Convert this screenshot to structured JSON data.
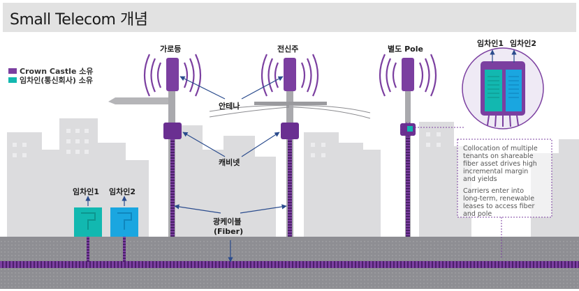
{
  "title": "Small Telecom 개념",
  "legend": [
    {
      "label": "Crown Castle 소유",
      "color": "#7b3fa0"
    },
    {
      "label": "임차인(통신회사) 소유",
      "color": "#12b8b0"
    }
  ],
  "poles": {
    "streetlight": "가로등",
    "utility": "전신주",
    "standalone": "별도 Pole"
  },
  "components": {
    "antenna": "안테나",
    "cabinet": "캐비넷",
    "fiber_line1": "광케이블",
    "fiber_line2": "(Fiber)"
  },
  "tenants": {
    "tenant1": "임차인1",
    "tenant2": "임차인2"
  },
  "zoom": {
    "tenant1": "임차인1",
    "tenant2": "임차인2"
  },
  "notes": [
    [
      "Collocation of multiple",
      "tenants on shareable",
      "fiber asset drives high",
      "incremental margin",
      "and yields"
    ],
    [
      "Carriers enter into",
      "long-term, renewable",
      "leases to access fiber",
      "and pole"
    ]
  ],
  "colors": {
    "purple": "#7b3fa0",
    "teal": "#12b8b0",
    "blue_tenant": "#1aa6e0",
    "arrow": "#2a4b8d",
    "ground": "#8e8e93",
    "skyline": "#d9d9db"
  }
}
